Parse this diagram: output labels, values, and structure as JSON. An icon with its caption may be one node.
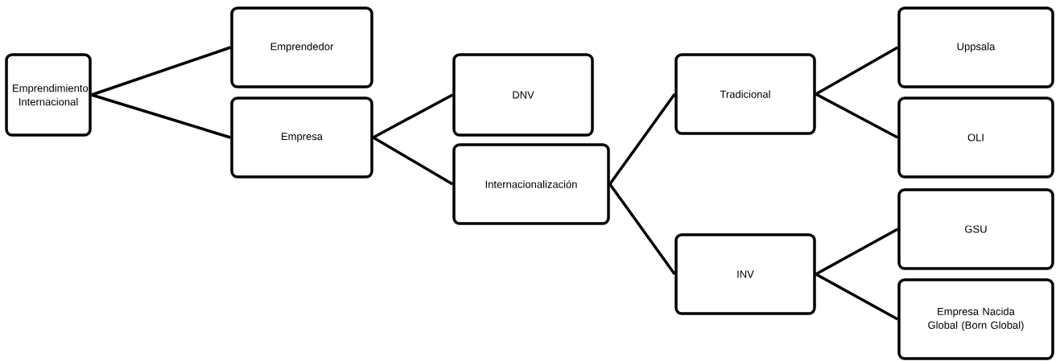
{
  "diagram": {
    "nodes": [
      {
        "text": [
          "Emprendimiento Internacional"
        ]
      },
      {
        "text": [
          "Emprendedor"
        ]
      },
      {
        "text": [
          "Empresa"
        ]
      },
      {
        "text": [
          "DNV"
        ]
      },
      {
        "text": [
          "Internacionalización"
        ]
      },
      {
        "text": [
          "Tradicional"
        ]
      },
      {
        "text": [
          "INV"
        ]
      },
      {
        "text": [
          "Uppsala"
        ]
      },
      {
        "text": [
          "OLI"
        ]
      },
      {
        "text": [
          "GSU"
        ]
      },
      {
        "text": [
          "Empresa Nacida Global (Born Global)"
        ]
      }
    ],
    "edges": [
      {
        "from": 0,
        "to": 1,
        "arrow": "none"
      },
      {
        "from": 0,
        "to": 2,
        "arrow": "none"
      },
      {
        "from": 2,
        "to": 3,
        "arrow": "none"
      },
      {
        "from": 2,
        "to": 4,
        "arrow": "none"
      },
      {
        "from": 4,
        "to": 5,
        "arrow": "none"
      },
      {
        "from": 4,
        "to": 6,
        "arrow": "none"
      },
      {
        "from": 5,
        "to": 7,
        "arrow": "none"
      },
      {
        "from": 5,
        "to": 8,
        "arrow": "none"
      },
      {
        "from": 6,
        "to": 9,
        "arrow": "none"
      },
      {
        "from": 6,
        "to": 10,
        "arrow": "none"
      }
    ]
  }
}
